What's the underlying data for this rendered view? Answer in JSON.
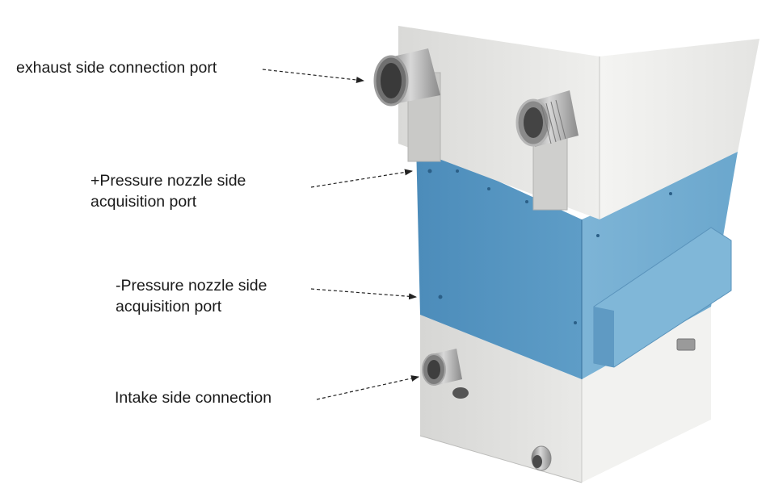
{
  "labels": {
    "exhaust": {
      "line1": "exhaust side connection port"
    },
    "plus_pressure": {
      "line1": "+Pressure nozzle side",
      "line2": "acquisition port"
    },
    "minus_pressure": {
      "line1": "-Pressure nozzle side",
      "line2": "acquisition port"
    },
    "intake": {
      "line1": "Intake side connection"
    }
  },
  "colors": {
    "body_white": "#e9e9e7",
    "panel_blue": "#6fa8cc",
    "panel_blue_dark": "#4f8fbb",
    "metal": "#a8a8a8",
    "arrow": "#222222"
  }
}
